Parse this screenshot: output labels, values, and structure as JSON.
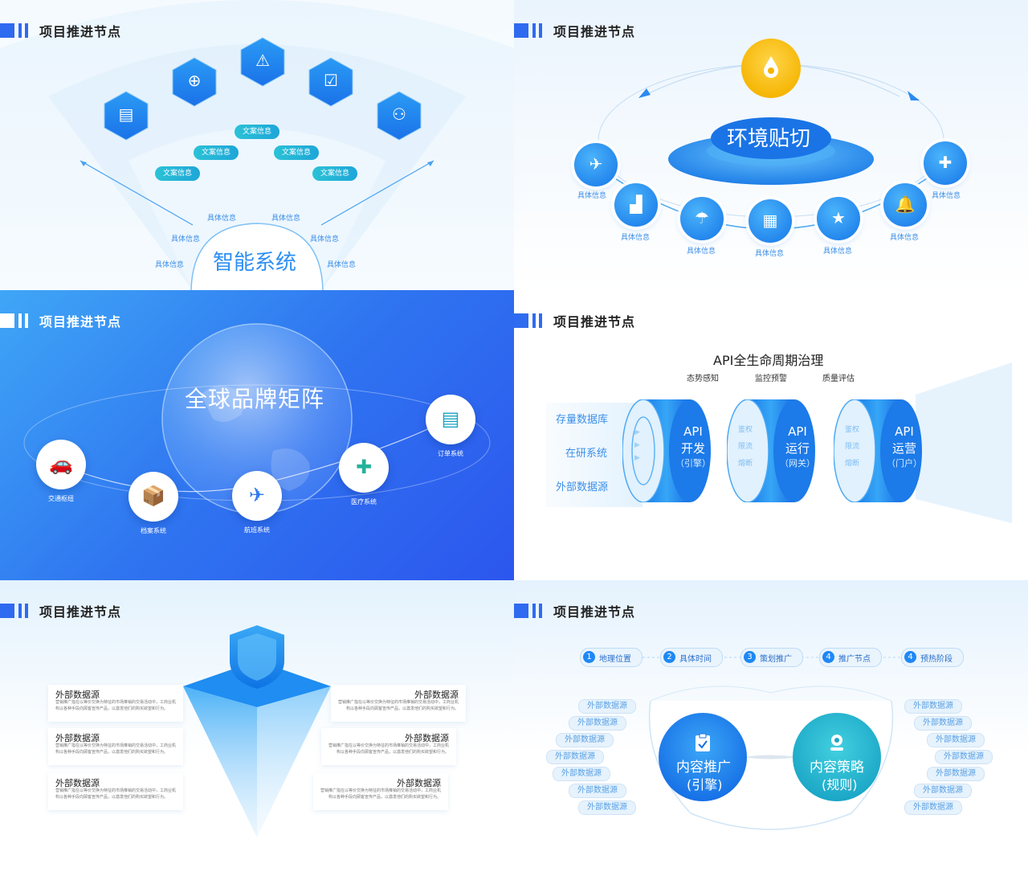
{
  "header_title": "项目推进节点",
  "colors": {
    "primary": "#1e88f5",
    "deep": "#2f6bf0",
    "cyan": "#22c1d6",
    "yellow": "#ffc107"
  },
  "slide1": {
    "center": "智能系统",
    "icons": [
      "database-icon",
      "target-icon",
      "document-warning-icon",
      "checklist-icon",
      "user-certificate-icon"
    ],
    "pills": [
      "文案信息",
      "文案信息",
      "文案信息",
      "文案信息",
      "文案信息"
    ],
    "details": [
      "具体信息",
      "具体信息",
      "具体信息",
      "具体信息",
      "具体信息",
      "具体信息"
    ]
  },
  "slide2": {
    "center": "环境贴切",
    "top_icon": "water-drop-icon",
    "nodes": [
      {
        "icon": "airplane-icon",
        "label": "具体信息"
      },
      {
        "icon": "stairs-icon",
        "label": "具体信息"
      },
      {
        "icon": "umbrella-icon",
        "label": "具体信息"
      },
      {
        "icon": "building-icon",
        "label": "具体信息"
      },
      {
        "icon": "star-icon",
        "label": "具体信息"
      },
      {
        "icon": "bell-icon",
        "label": "具体信息"
      },
      {
        "icon": "puzzle-icon",
        "label": "具体信息"
      }
    ]
  },
  "slide3": {
    "title": "全球品牌矩阵",
    "nodes": [
      {
        "icon": "car-icon",
        "label": "交通枢纽"
      },
      {
        "icon": "box-icon",
        "label": "档案系统"
      },
      {
        "icon": "plane-icon",
        "label": "航班系统"
      },
      {
        "icon": "medical-icon",
        "label": "医疗系统"
      },
      {
        "icon": "order-icon",
        "label": "订单系统"
      }
    ]
  },
  "slide4": {
    "title": "API全生命周期治理",
    "stages": [
      "态势感知",
      "监控预警",
      "质量评估"
    ],
    "sources": [
      "存量数据库",
      "在研系统",
      "外部数据源"
    ],
    "cylinders": [
      {
        "l1": "API",
        "l2": "开发",
        "l3": "（引擎）"
      },
      {
        "l1": "API",
        "l2": "运行",
        "l3": "（网关）"
      },
      {
        "l1": "API",
        "l2": "运营",
        "l3": "（门户）"
      }
    ],
    "faces": [
      [
        "鉴权",
        "限流",
        "熔断"
      ],
      [
        "鉴权",
        "限流",
        "熔断"
      ]
    ]
  },
  "slide5": {
    "items": [
      {
        "title": "外部数据源",
        "body": "营销推广指在以等价交换为特征的市场推销的交易活动中，工商业机构以各种手段向顾客宣传产品，以激发他们的购买欲望和行为。"
      },
      {
        "title": "外部数据源",
        "body": "营销推广指在以等价交换为特征的市场推销的交易活动中，工商业机构以各种手段向顾客宣传产品，以激发他们的购买欲望和行为。"
      },
      {
        "title": "外部数据源",
        "body": "营销推广指在以等价交换为特征的市场推销的交易活动中，工商业机构以各种手段向顾客宣传产品，以激发他们的购买欲望和行为。"
      },
      {
        "title": "外部数据源",
        "body": "营销推广指在以等价交换为特征的市场推销的交易活动中，工商业机构以各种手段向顾客宣传产品，以激发他们的购买欲望和行为。"
      },
      {
        "title": "外部数据源",
        "body": "营销推广指在以等价交换为特征的市场推销的交易活动中，工商业机构以各种手段向顾客宣传产品，以激发他们的购买欲望和行为。"
      },
      {
        "title": "外部数据源",
        "body": "营销推广指在以等价交换为特征的市场推销的交易活动中，工商业机构以各种手段向顾客宣传产品，以激发他们的购买欲望和行为。"
      }
    ]
  },
  "slide6": {
    "steps": [
      {
        "n": "1",
        "label": "地理位置"
      },
      {
        "n": "2",
        "label": "具体时间"
      },
      {
        "n": "3",
        "label": "策划推广"
      },
      {
        "n": "4",
        "label": "推广节点"
      },
      {
        "n": "4",
        "label": "预热阶段"
      }
    ],
    "left": {
      "l1": "内容推广",
      "l2": "(引擎)"
    },
    "right": {
      "l1": "内容策略",
      "l2": "(规则)"
    },
    "left_tags": [
      "外部数据源",
      "外部数据源",
      "外部数据源",
      "外部数据源",
      "外部数据源",
      "外部数据源",
      "外部数据源"
    ],
    "right_tags": [
      "外部数据源",
      "外部数据源",
      "外部数据源",
      "外部数据源",
      "外部数据源",
      "外部数据源",
      "外部数据源"
    ]
  }
}
